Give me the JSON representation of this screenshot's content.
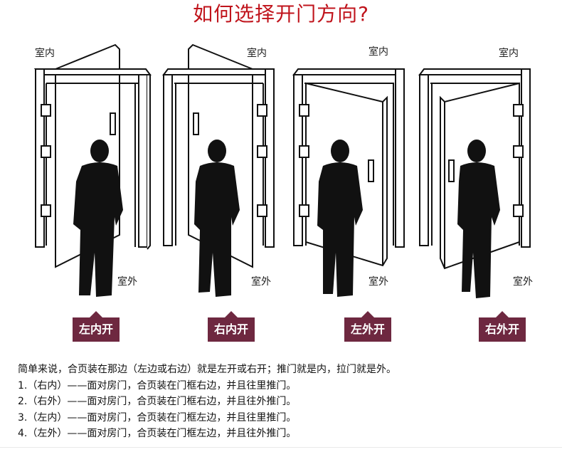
{
  "title": "如何选择开门方向?",
  "colors": {
    "title": "#c0141c",
    "badge": "#6e2840",
    "silhouette": "#111111"
  },
  "panels": [
    {
      "id": "left-inward",
      "indoor_label": "室内",
      "outdoor_label": "室外",
      "badge": "左内开",
      "hinge_side": "left",
      "swing": "inward"
    },
    {
      "id": "right-inward",
      "indoor_label": "室内",
      "outdoor_label": "室外",
      "badge": "右内开",
      "hinge_side": "right",
      "swing": "inward"
    },
    {
      "id": "left-outward",
      "indoor_label": "室内",
      "outdoor_label": "室外",
      "badge": "左外开",
      "hinge_side": "left",
      "swing": "outward"
    },
    {
      "id": "right-outward",
      "indoor_label": "室内",
      "outdoor_label": "室外",
      "badge": "右外开",
      "hinge_side": "right",
      "swing": "outward"
    }
  ],
  "notes": {
    "summary": "简单来说，合页装在那边（左边或右边）就是左开或右开；推门就是内，拉门就是外。",
    "items": [
      "1.（右内）——面对房门，合页装在门框右边，并且往里推门。",
      "2.（右外）——面对房门，合页装在门框右边，并且往外推门。",
      "3.（左内）——面对房门，合页装在门框左边，并且往里推门。",
      "4.（左外）——面对房门，合页装在门框左边，并且往外推门。"
    ]
  }
}
